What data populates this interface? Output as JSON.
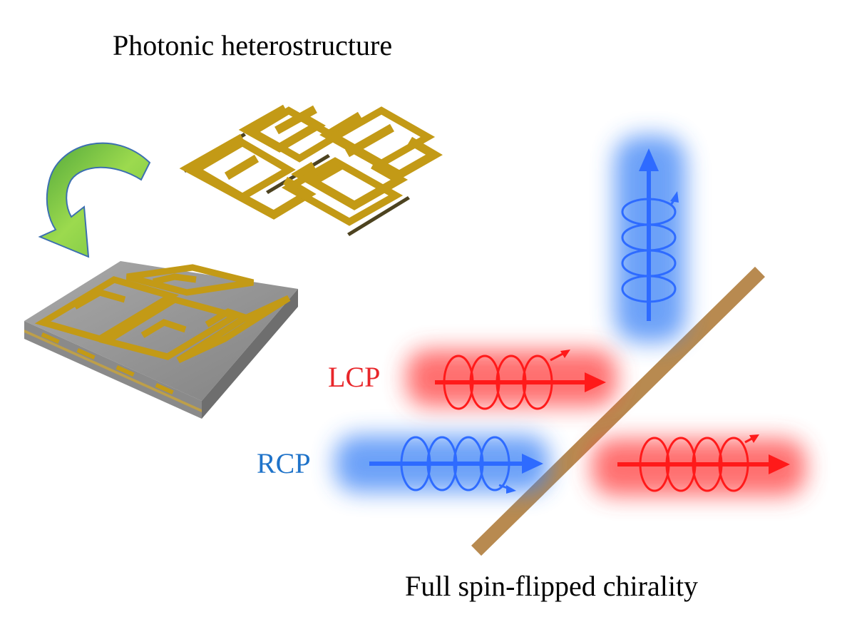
{
  "title": "Photonic heterostructure",
  "caption": "Full spin-flipped chirality",
  "beams": {
    "lcp_label": "LCP",
    "rcp_label": "RCP"
  },
  "colors": {
    "gold": "#C39A16",
    "gold_dark": "#8E6E0C",
    "red": "#FF1A1A",
    "blue": "#2E6BFF",
    "label_red": "#E8262A",
    "label_blue": "#1F73C9",
    "mirror": "#B88A50",
    "curved_arrow": "#8DD64A"
  },
  "icons": {
    "top_structure": "split-ring-resonator-array",
    "bottom_structure": "heterostructure-slab",
    "transfer_arrow": "curved-arrow"
  }
}
